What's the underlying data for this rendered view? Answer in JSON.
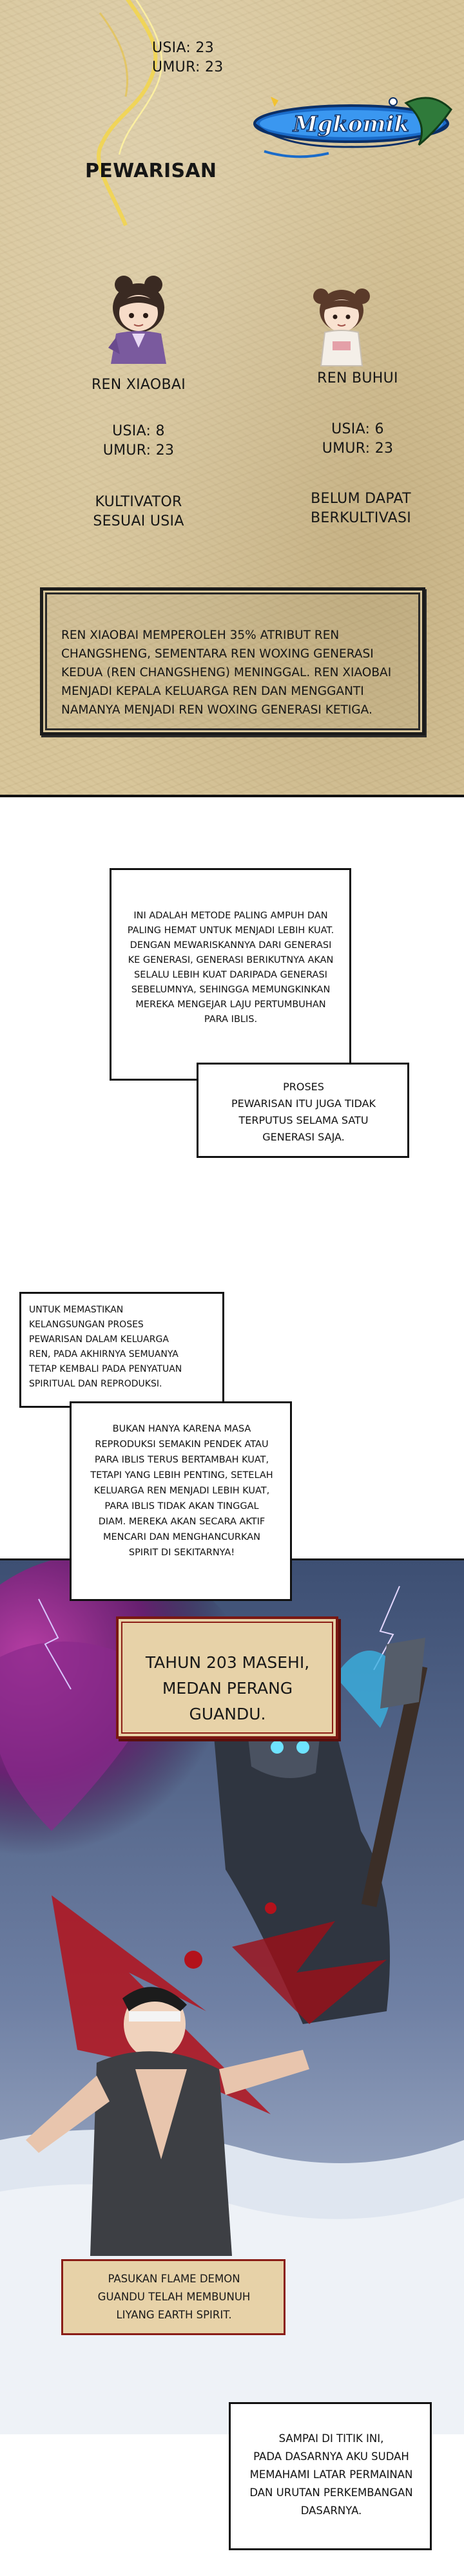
{
  "panel_intro": {
    "age_line_1": "USIA: 23",
    "age_line_2": "UMUR: 23",
    "heading": "PEWARISAN",
    "logo_text": "Mgkomik",
    "characters": [
      {
        "name": "REN XIAOBAI",
        "stat_1": "USIA: 8",
        "stat_2": "UMUR: 23",
        "status_1": "KULTIVATOR",
        "status_2": "SESUAI USIA"
      },
      {
        "name": "REN BUHUI",
        "stat_1": "USIA: 6",
        "stat_2": "UMUR: 23",
        "status_1": "BELUM DAPAT",
        "status_2": "BERKULTIVASI"
      }
    ],
    "frame_lines": [
      "REN XIAOBAI MEMPEROLEH 35% ATRIBUT REN",
      "CHANGSHENG, SEMENTARA REN WOXING GENERASI",
      "KEDUA (REN CHANGSHENG) MENINGGAL. REN XIAOBAI",
      "MENJADI KEPALA KELUARGA REN DAN MENGGANTI",
      "NAMANYA MENJADI REN WOXING GENERASI KETIGA."
    ]
  },
  "narration": {
    "box_1_lines": [
      "INI ADALAH METODE PALING AMPUH DAN",
      "PALING HEMAT UNTUK MENJADI LEBIH KUAT.",
      "DENGAN MEWARISKANNYA DARI GENERASI",
      "KE GENERASI, GENERASI BERIKUTNYA AKAN",
      "SELALU LEBIH KUAT DARIPADA GENERASI",
      "SEBELUMNYA, SEHINGGA MEMUNGKINKAN",
      "MEREKA MENGEJAR LAJU PERTUMBUHAN",
      "PARA IBLIS."
    ],
    "box_2_lines": [
      "PROSES",
      "PEWARISAN ITU JUGA TIDAK",
      "TERPUTUS SELAMA SATU",
      "GENERASI SAJA."
    ],
    "box_3_lines": [
      "UNTUK MEMASTIKAN",
      "KELANGSUNGAN PROSES",
      "PEWARISAN DALAM KELUARGA",
      "REN, PADA AKHIRNYA SEMUANYA",
      "TETAP KEMBALI PADA PENYATUAN",
      "SPIRITUAL DAN REPRODUKSI."
    ],
    "box_4_lines": [
      "BUKAN HANYA KARENA MASA",
      "REPRODUKSI SEMAKIN PENDEK ATAU",
      "PARA IBLIS TERUS BERTAMBAH KUAT,",
      "TETAPI YANG LEBIH PENTING, SETELAH",
      "KELUARGA REN MENJADI LEBIH KUAT,",
      "PARA IBLIS TIDAK AKAN TINGGAL",
      "DIAM. MEREKA AKAN SECARA AKTIF",
      "MENCARI DAN MENGHANCURKAN",
      "SPIRIT DI SEKITARNYA!"
    ]
  },
  "battle": {
    "year_lines": [
      "TAHUN 203 MASEHI,",
      "MEDAN PERANG GUANDU."
    ],
    "caption_lines": [
      "PASUKAN FLAME DEMON",
      "GUANDU TELAH MEMBUNUH",
      "LIYANG EARTH SPIRIT."
    ],
    "box_5_lines": [
      "SAMPAI DI TITIK INI,",
      "PADA DASARNYA AKU SUDAH",
      "MEMAHAMI LATAR PERMAINAN",
      "DAN URUTAN PERKEMBANGAN",
      "DASARNYA."
    ]
  },
  "colors": {
    "parchment": "#d8c69b",
    "caption_bg": "#e7d2a8",
    "caption_border": "#8a1d16",
    "ink": "#161616"
  }
}
